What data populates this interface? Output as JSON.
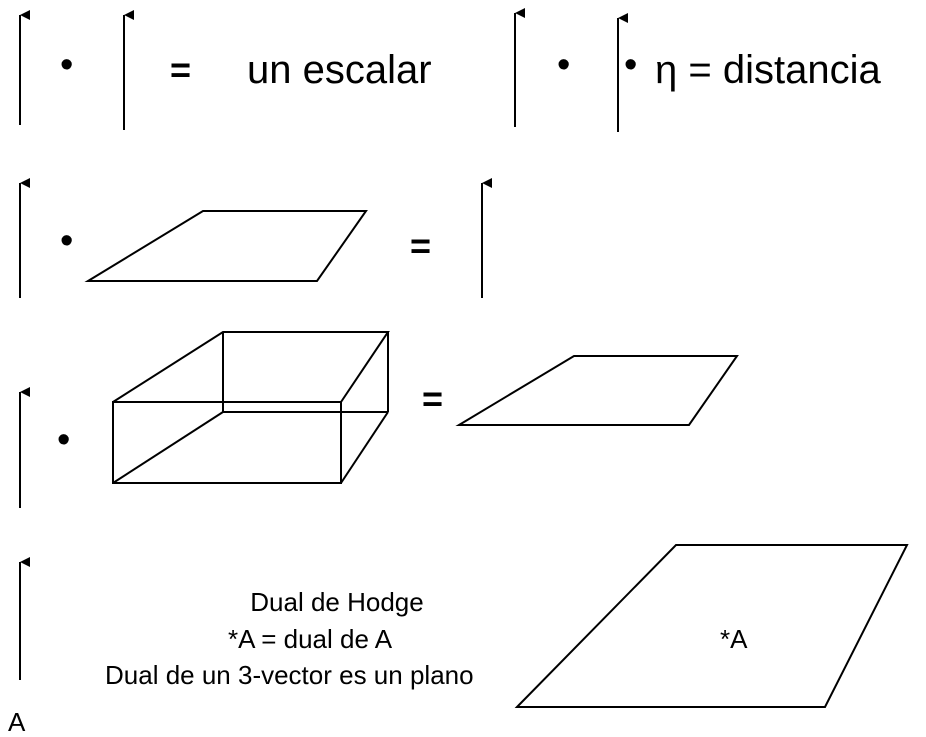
{
  "row1": {
    "equals": "=",
    "result_scalar": "un escalar",
    "result_distance": "η = distancia",
    "dot": "•"
  },
  "row2": {
    "equals": "=",
    "dot": "•"
  },
  "row3": {
    "equals": "=",
    "dot": "•"
  },
  "row4": {
    "caption_line1": "Dual de Hodge",
    "caption_line2": "*A = dual de A",
    "caption_line3": "Dual de un 3-vector es un plano",
    "vector_label": "A",
    "plane_label": "*A"
  }
}
